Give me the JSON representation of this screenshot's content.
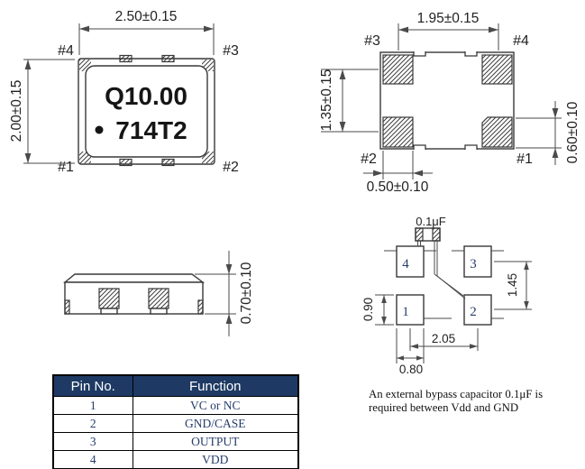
{
  "top_view": {
    "dim_width": "2.50±0.15",
    "dim_height": "2.00±0.15",
    "pin_top_left": "#4",
    "pin_top_right": "#3",
    "pin_bottom_left": "#1",
    "pin_bottom_right": "#2",
    "marking_line1": "Q10.00",
    "marking_line2": "714T2"
  },
  "bottom_view": {
    "dim_pad_pitch_x": "1.95±0.15",
    "dim_pad_pitch_y": "1.35±0.15",
    "dim_pad_width": "0.50±0.10",
    "dim_pad_height": "0.60±0.10",
    "pin_top_left": "#3",
    "pin_top_right": "#4",
    "pin_bottom_left": "#2",
    "pin_bottom_right": "#1"
  },
  "side_view": {
    "dim_height": "0.70±0.10"
  },
  "land_pattern": {
    "capacitor_label": "0.1μF",
    "pad_top_left": "4",
    "pad_top_right": "3",
    "pad_bottom_left": "1",
    "pad_bottom_right": "2",
    "dim_pad_height": "0.90",
    "dim_pitch_y": "1.45",
    "dim_pitch_x": "2.05",
    "dim_pad_width": "0.80"
  },
  "pin_table": {
    "headers": [
      "Pin No.",
      "Function"
    ],
    "rows": [
      [
        "1",
        "VC or NC"
      ],
      [
        "2",
        "GND/CASE"
      ],
      [
        "3",
        "OUTPUT"
      ],
      [
        "4",
        "VDD"
      ]
    ]
  },
  "note": {
    "lines": [
      "An external bypass capacitor 0.1μF is",
      "required between Vdd and GND"
    ]
  },
  "colors": {
    "line": "#383838",
    "table_header_bg": "#1e3a64",
    "table_text": "#263c6b"
  }
}
